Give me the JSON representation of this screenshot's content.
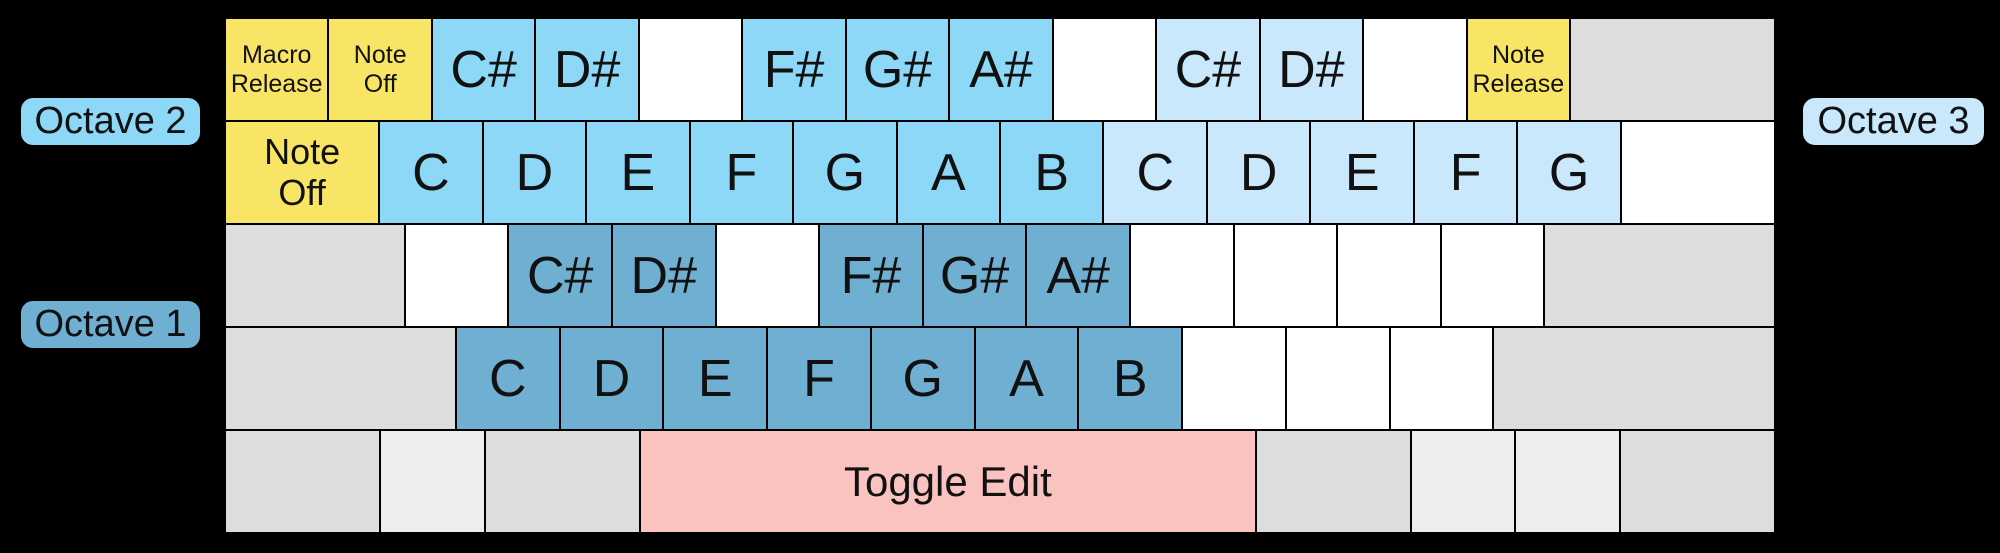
{
  "octave_labels": {
    "octave1": "Octave 1",
    "octave2": "Octave 2",
    "octave3": "Octave 3"
  },
  "colors": {
    "octave1": "#6FAFD2",
    "octave2": "#8DD7F7",
    "octave3": "#C9E8FB",
    "function": "#F8E566",
    "edit": "#FBC3C0",
    "modifier": "#DDDDDD",
    "modifier_light": "#EDEDED",
    "blank": "#FFFFFF",
    "background": "#000000"
  },
  "keyboard": {
    "rows": [
      {
        "keys": [
          {
            "name": "macro-release-key",
            "label": "Macro\nRelease",
            "color": "function",
            "w": 1,
            "size": "small"
          },
          {
            "name": "note-off-key-row1",
            "label": "Note\nOff",
            "color": "function",
            "w": 1,
            "size": "small"
          },
          {
            "name": "note-c-sharp-octave2-key",
            "label": "C#",
            "color": "octave2",
            "w": 1,
            "size": "large"
          },
          {
            "name": "note-d-sharp-octave2-key",
            "label": "D#",
            "color": "octave2",
            "w": 1,
            "size": "large"
          },
          {
            "name": "blank-key",
            "label": "",
            "color": "blank",
            "w": 1,
            "size": "large"
          },
          {
            "name": "note-f-sharp-octave2-key",
            "label": "F#",
            "color": "octave2",
            "w": 1,
            "size": "large"
          },
          {
            "name": "note-g-sharp-octave2-key",
            "label": "G#",
            "color": "octave2",
            "w": 1,
            "size": "large"
          },
          {
            "name": "note-a-sharp-octave2-key",
            "label": "A#",
            "color": "octave2",
            "w": 1,
            "size": "large"
          },
          {
            "name": "blank-key",
            "label": "",
            "color": "blank",
            "w": 1,
            "size": "large"
          },
          {
            "name": "note-c-sharp-octave3-key",
            "label": "C#",
            "color": "octave3",
            "w": 1,
            "size": "large"
          },
          {
            "name": "note-d-sharp-octave3-key",
            "label": "D#",
            "color": "octave3",
            "w": 1,
            "size": "large"
          },
          {
            "name": "blank-key",
            "label": "",
            "color": "blank",
            "w": 1,
            "size": "large"
          },
          {
            "name": "note-release-key",
            "label": "Note\nRelease",
            "color": "function",
            "w": 1,
            "size": "small"
          },
          {
            "name": "modifier-blank-key",
            "label": "",
            "color": "modifier",
            "w": 2,
            "size": "large"
          }
        ]
      },
      {
        "keys": [
          {
            "name": "note-off-key-tab",
            "label": "Note\nOff",
            "color": "function",
            "w": 1.5,
            "size": "medium"
          },
          {
            "name": "note-c-octave2-key",
            "label": "C",
            "color": "octave2",
            "w": 1,
            "size": "large"
          },
          {
            "name": "note-d-octave2-key",
            "label": "D",
            "color": "octave2",
            "w": 1,
            "size": "large"
          },
          {
            "name": "note-e-octave2-key",
            "label": "E",
            "color": "octave2",
            "w": 1,
            "size": "large"
          },
          {
            "name": "note-f-octave2-key",
            "label": "F",
            "color": "octave2",
            "w": 1,
            "size": "large"
          },
          {
            "name": "note-g-octave2-key",
            "label": "G",
            "color": "octave2",
            "w": 1,
            "size": "large"
          },
          {
            "name": "note-a-octave2-key",
            "label": "A",
            "color": "octave2",
            "w": 1,
            "size": "large"
          },
          {
            "name": "note-b-octave2-key",
            "label": "B",
            "color": "octave2",
            "w": 1,
            "size": "large"
          },
          {
            "name": "note-c-octave3-key",
            "label": "C",
            "color": "octave3",
            "w": 1,
            "size": "large"
          },
          {
            "name": "note-d-octave3-key",
            "label": "D",
            "color": "octave3",
            "w": 1,
            "size": "large"
          },
          {
            "name": "note-e-octave3-key",
            "label": "E",
            "color": "octave3",
            "w": 1,
            "size": "large"
          },
          {
            "name": "note-f-octave3-key",
            "label": "F",
            "color": "octave3",
            "w": 1,
            "size": "large"
          },
          {
            "name": "note-g-octave3-key",
            "label": "G",
            "color": "octave3",
            "w": 1,
            "size": "large"
          },
          {
            "name": "blank-key",
            "label": "",
            "color": "blank",
            "w": 1.5,
            "size": "large"
          }
        ]
      },
      {
        "keys": [
          {
            "name": "modifier-blank-key",
            "label": "",
            "color": "modifier",
            "w": 1.75,
            "size": "large"
          },
          {
            "name": "blank-key",
            "label": "",
            "color": "blank",
            "w": 1,
            "size": "large"
          },
          {
            "name": "note-c-sharp-octave1-key",
            "label": "C#",
            "color": "octave1",
            "w": 1,
            "size": "large"
          },
          {
            "name": "note-d-sharp-octave1-key",
            "label": "D#",
            "color": "octave1",
            "w": 1,
            "size": "large"
          },
          {
            "name": "blank-key",
            "label": "",
            "color": "blank",
            "w": 1,
            "size": "large"
          },
          {
            "name": "note-f-sharp-octave1-key",
            "label": "F#",
            "color": "octave1",
            "w": 1,
            "size": "large"
          },
          {
            "name": "note-g-sharp-octave1-key",
            "label": "G#",
            "color": "octave1",
            "w": 1,
            "size": "large"
          },
          {
            "name": "note-a-sharp-octave1-key",
            "label": "A#",
            "color": "octave1",
            "w": 1,
            "size": "large"
          },
          {
            "name": "blank-key",
            "label": "",
            "color": "blank",
            "w": 1,
            "size": "large"
          },
          {
            "name": "blank-key",
            "label": "",
            "color": "blank",
            "w": 1,
            "size": "large"
          },
          {
            "name": "blank-key",
            "label": "",
            "color": "blank",
            "w": 1,
            "size": "large"
          },
          {
            "name": "blank-key",
            "label": "",
            "color": "blank",
            "w": 1,
            "size": "large"
          },
          {
            "name": "modifier-blank-key",
            "label": "",
            "color": "modifier",
            "w": 2.25,
            "size": "large"
          }
        ]
      },
      {
        "keys": [
          {
            "name": "modifier-blank-key",
            "label": "",
            "color": "modifier",
            "w": 2.25,
            "size": "large"
          },
          {
            "name": "note-c-octave1-key",
            "label": "C",
            "color": "octave1",
            "w": 1,
            "size": "large"
          },
          {
            "name": "note-d-octave1-key",
            "label": "D",
            "color": "octave1",
            "w": 1,
            "size": "large"
          },
          {
            "name": "note-e-octave1-key",
            "label": "E",
            "color": "octave1",
            "w": 1,
            "size": "large"
          },
          {
            "name": "note-f-octave1-key",
            "label": "F",
            "color": "octave1",
            "w": 1,
            "size": "large"
          },
          {
            "name": "note-g-octave1-key",
            "label": "G",
            "color": "octave1",
            "w": 1,
            "size": "large"
          },
          {
            "name": "note-a-octave1-key",
            "label": "A",
            "color": "octave1",
            "w": 1,
            "size": "large"
          },
          {
            "name": "note-b-octave1-key",
            "label": "B",
            "color": "octave1",
            "w": 1,
            "size": "large"
          },
          {
            "name": "blank-key",
            "label": "",
            "color": "blank",
            "w": 1,
            "size": "large"
          },
          {
            "name": "blank-key",
            "label": "",
            "color": "blank",
            "w": 1,
            "size": "large"
          },
          {
            "name": "blank-key",
            "label": "",
            "color": "blank",
            "w": 1,
            "size": "large"
          },
          {
            "name": "modifier-blank-key",
            "label": "",
            "color": "modifier",
            "w": 2.75,
            "size": "large"
          }
        ]
      },
      {
        "keys": [
          {
            "name": "modifier-blank-key",
            "label": "",
            "color": "modifier",
            "w": 1.5,
            "size": "large"
          },
          {
            "name": "modifier-blank-light-key",
            "label": "",
            "color": "modifier_light",
            "w": 1,
            "size": "large"
          },
          {
            "name": "modifier-blank-key",
            "label": "",
            "color": "modifier",
            "w": 1.5,
            "size": "large"
          },
          {
            "name": "toggle-edit-key",
            "label": "Toggle Edit",
            "color": "edit",
            "w": 6,
            "size": "space"
          },
          {
            "name": "modifier-blank-key",
            "label": "",
            "color": "modifier",
            "w": 1.5,
            "size": "large"
          },
          {
            "name": "modifier-blank-light-key",
            "label": "",
            "color": "modifier_light",
            "w": 1,
            "size": "large"
          },
          {
            "name": "modifier-blank-light-key",
            "label": "",
            "color": "modifier_light",
            "w": 1,
            "size": "large"
          },
          {
            "name": "modifier-blank-key",
            "label": "",
            "color": "modifier",
            "w": 1.5,
            "size": "large"
          }
        ]
      }
    ]
  }
}
